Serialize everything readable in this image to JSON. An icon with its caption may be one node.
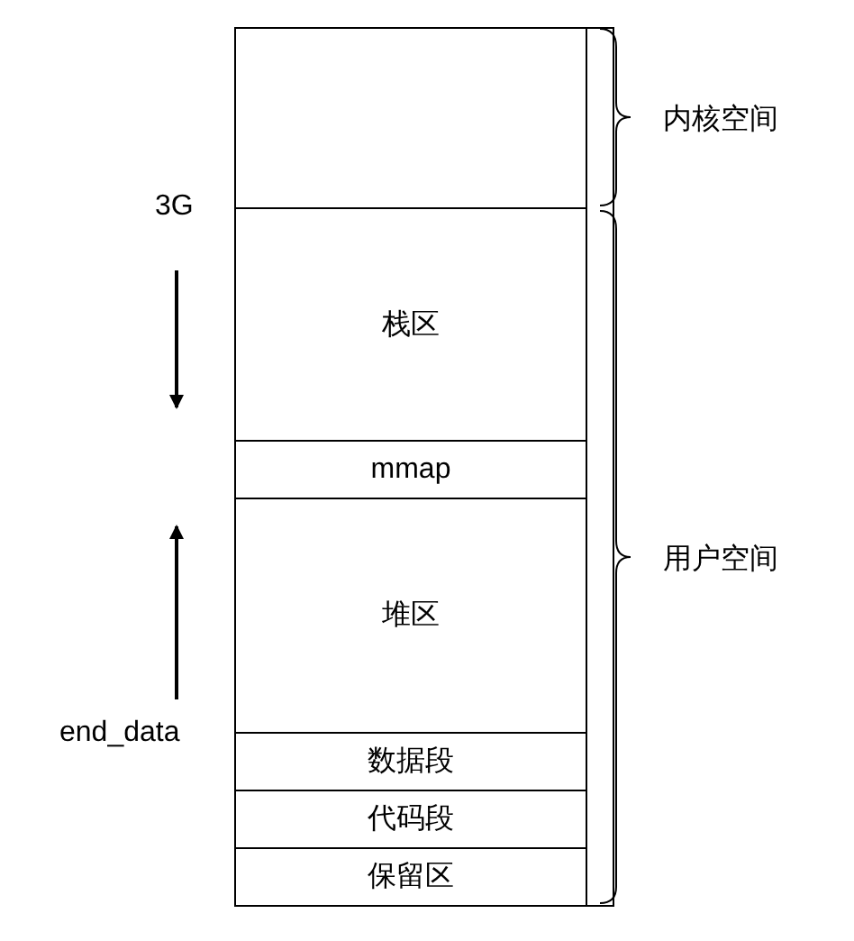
{
  "diagram": {
    "nodes": [
      {
        "text": [],
        "shape": "box"
      },
      {
        "text": [
          "栈区"
        ]
      },
      {
        "text": [
          "mmap"
        ]
      },
      {
        "text": [
          "堆区"
        ]
      },
      {
        "text": [
          "数据段"
        ]
      },
      {
        "text": [
          "代码段"
        ]
      },
      {
        "text": [
          "保留区"
        ]
      }
    ],
    "labels": [
      "内核空间",
      "3G",
      "用户空间",
      "end_data"
    ]
  }
}
